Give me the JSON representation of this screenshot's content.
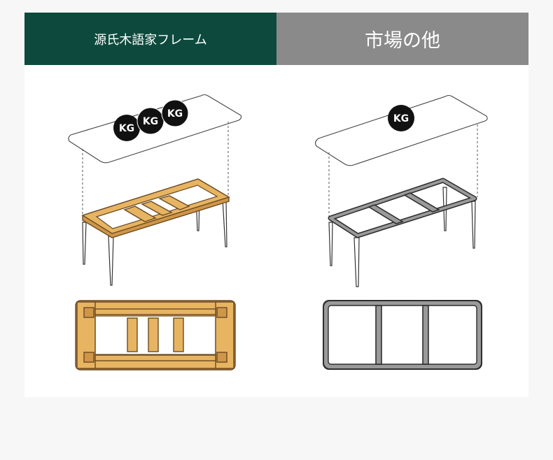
{
  "tabs": {
    "left_label": "源氏木語家フレーム",
    "right_label": "市場の他"
  },
  "badges": {
    "weight_label": "KG",
    "left_count": 3,
    "right_count": 1
  },
  "colors": {
    "left_tab": "#0d4a3d",
    "right_tab": "#8a8a8a",
    "wood": "#e7b462",
    "wood_edge": "#6b4a22",
    "metal": "#9a9a9a",
    "metal_edge": "#2e2e2e",
    "badge": "#111111"
  }
}
